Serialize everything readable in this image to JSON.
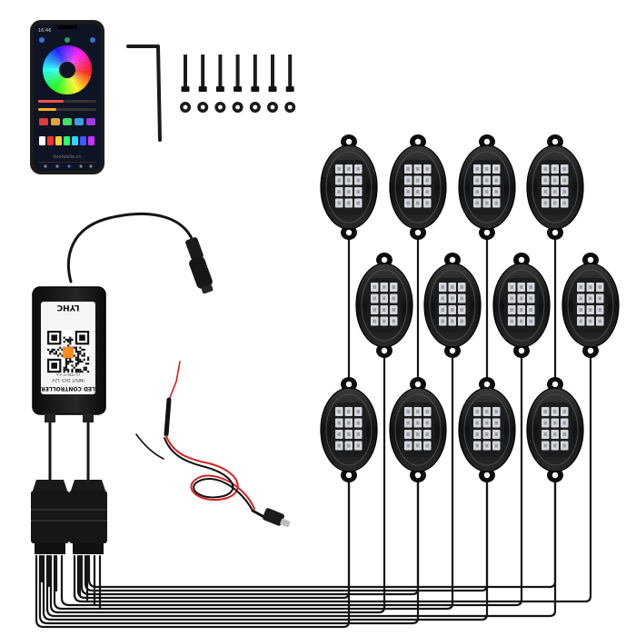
{
  "phone": {
    "status_time": "16:46",
    "footer_label": "doolwelle.cn"
  },
  "controller": {
    "title": "LED CONTROLLER",
    "spec_line_1": "INPUT DC5-12V",
    "spec_line_2": "OUTPUT 6A",
    "brand": "LYHC"
  },
  "colors": {
    "body_black": "#1a1a1a",
    "wire_red": "#d62020",
    "led_grid": "#cfd2d6",
    "background": "#ffffff"
  },
  "kit": {
    "screw_count": 7,
    "pod_count": 12
  }
}
